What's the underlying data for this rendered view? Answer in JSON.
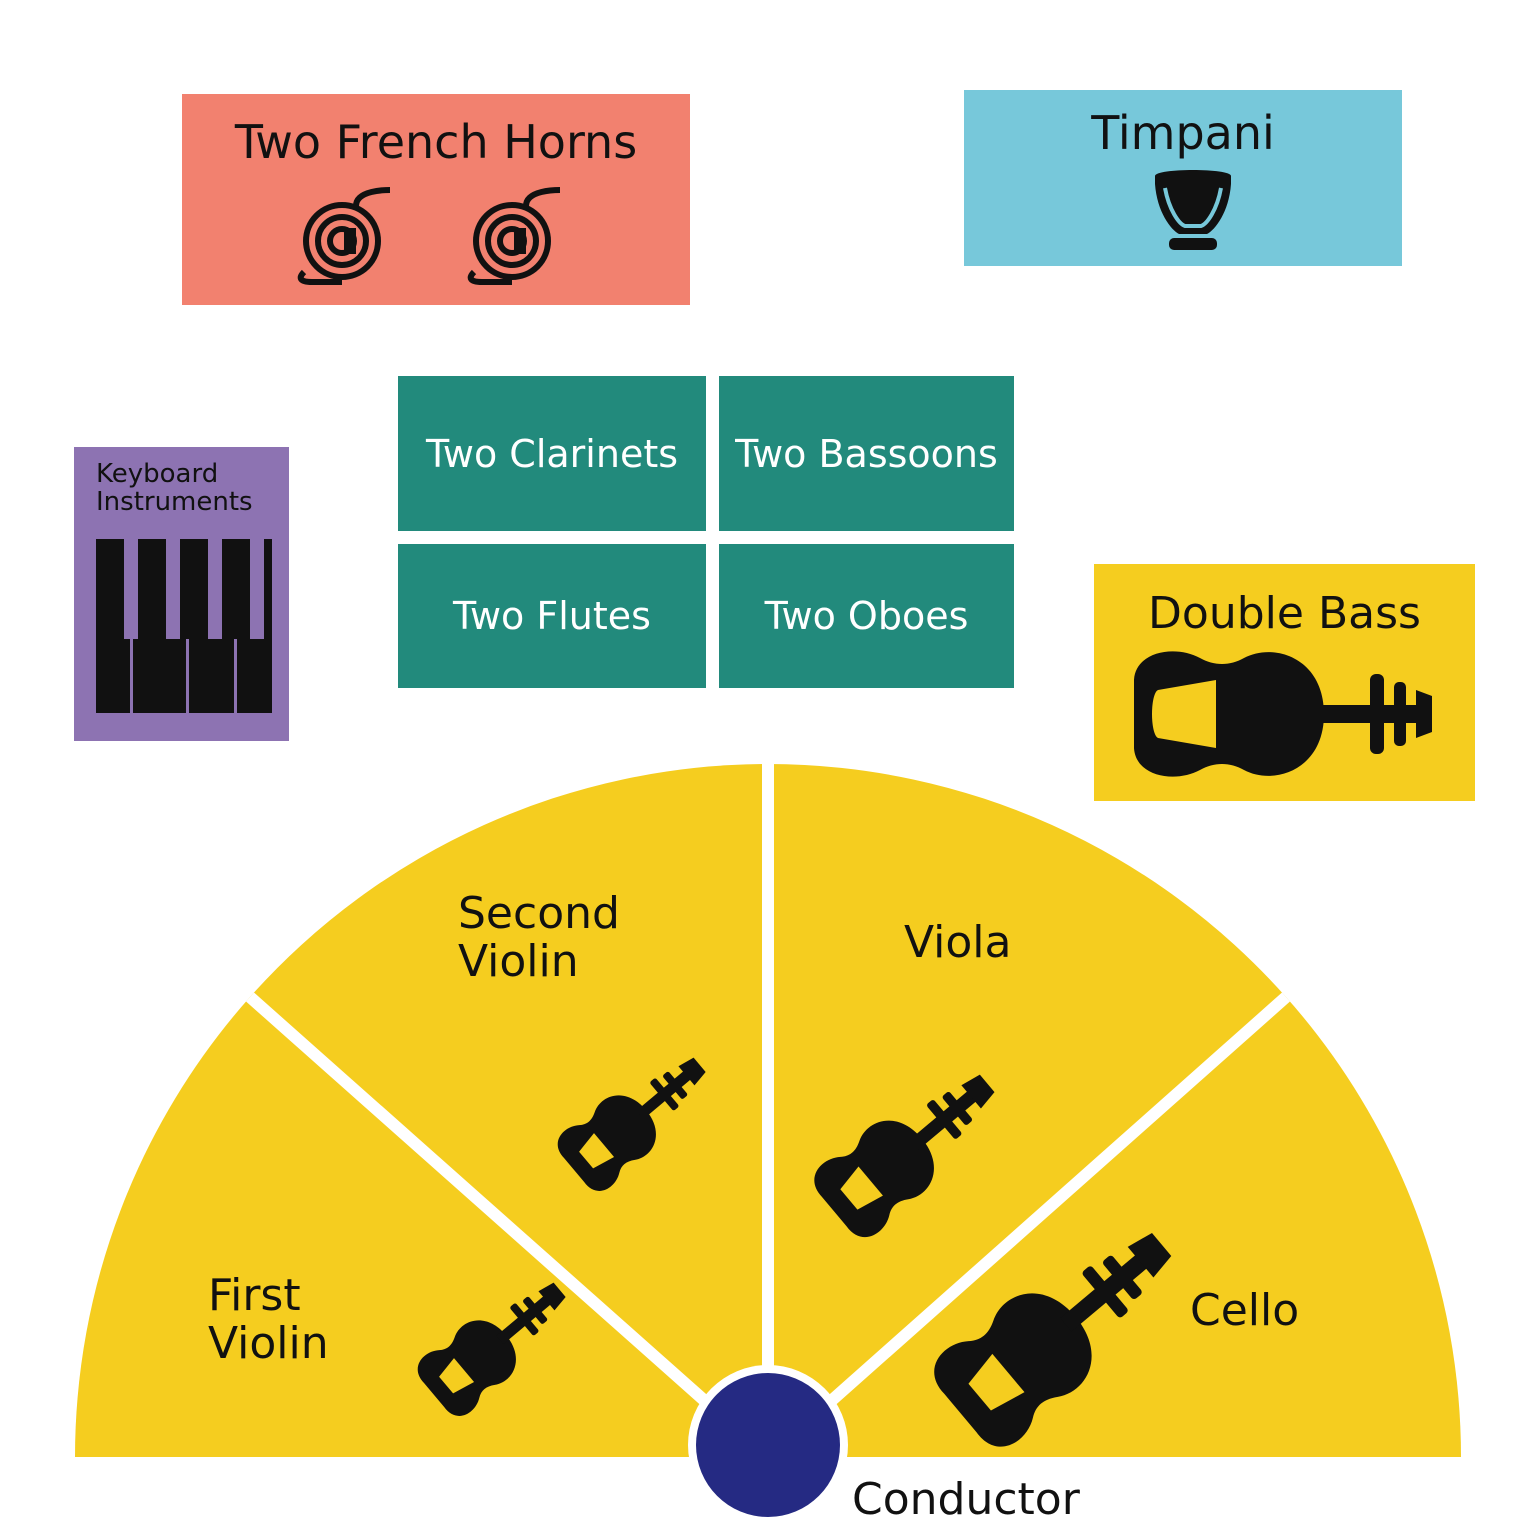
{
  "colors": {
    "horns": "#f2816f",
    "timpani": "#77c8da",
    "keyboard": "#8d73b2",
    "woodwinds": "#228a7c",
    "strings": "#f5cd1f",
    "conductor": "#252a83",
    "icon": "#111111"
  },
  "sections": {
    "horns": {
      "label": "Two French Horns",
      "icon": "french-horn-icon"
    },
    "timpani": {
      "label": "Timpani",
      "icon": "timpani-icon"
    },
    "keyboard": {
      "label": "Keyboard Instruments",
      "icon": "piano-keys-icon"
    },
    "clarinets": {
      "label": "Two Clarinets"
    },
    "bassoons": {
      "label": "Two Bassoons"
    },
    "flutes": {
      "label": "Two Flutes"
    },
    "oboes": {
      "label": "Two Oboes"
    },
    "double_bass": {
      "label": "Double Bass",
      "icon": "double-bass-icon"
    }
  },
  "strings": {
    "first_violin": {
      "line1": "First",
      "line2": "Violin",
      "icon": "violin-icon"
    },
    "second_violin": {
      "line1": "Second",
      "line2": "Violin",
      "icon": "violin-icon"
    },
    "viola": {
      "label": "Viola",
      "icon": "viola-icon"
    },
    "cello": {
      "label": "Cello",
      "icon": "cello-icon"
    }
  },
  "conductor": {
    "label": "Conductor"
  }
}
